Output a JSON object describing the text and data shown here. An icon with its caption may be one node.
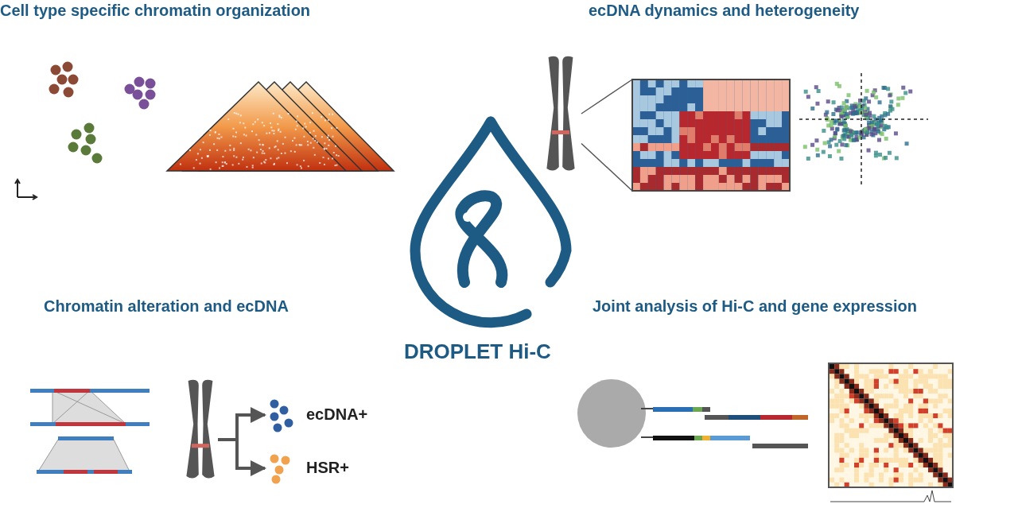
{
  "diagram": {
    "nodes": [
      {
        "text": [],
        "shape": "picture"
      },
      {
        "text": [],
        "shape": "picture"
      },
      {
        "text": [],
        "shape": "picture"
      },
      {
        "text": [
          "ecDNA+"
        ]
      },
      {
        "text": [
          "HSR+"
        ]
      }
    ],
    "edges": [
      {
        "from": 0,
        "to": 1,
        "arrow": "none"
      },
      {
        "from": 0,
        "to": 1,
        "arrow": "none"
      },
      {
        "from": 2,
        "to": 3,
        "arrow": "to",
        "style": "thick"
      },
      {
        "from": 2,
        "to": 4,
        "arrow": "to",
        "style": "thick"
      }
    ],
    "labels": [
      "Cell type specific chromatin organization",
      "ecDNA dynamics and heterogeneity",
      "Chromatin alteration and ecDNA",
      "Joint analysis of Hi-C and gene expression",
      "DROPLET Hi-C"
    ]
  }
}
